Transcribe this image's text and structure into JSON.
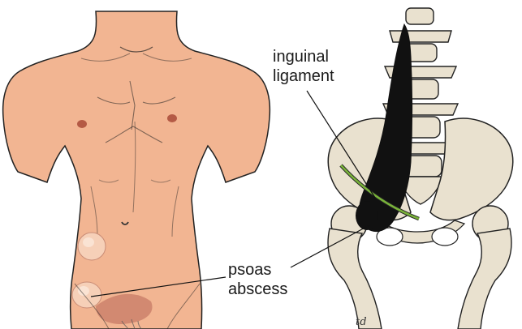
{
  "labels": {
    "inguinal": {
      "line1": "inguinal",
      "line2": "ligament"
    },
    "psoas": {
      "line1": "psoas",
      "line2": "abscess"
    }
  },
  "signature": "td",
  "colors": {
    "skin": "#F2B592",
    "skin_shadow": "#C77B66",
    "outline": "#222222",
    "bone": "#E9E1CF",
    "muscle": "#111111",
    "ligament": "#79B23A",
    "nipple": "#B45A45",
    "swelling": "#F6D0B8"
  },
  "icons": [
    "torso-illustration",
    "pelvis-spine-illustration",
    "psoas-muscle",
    "inguinal-ligament-line",
    "abscess-swelling"
  ]
}
